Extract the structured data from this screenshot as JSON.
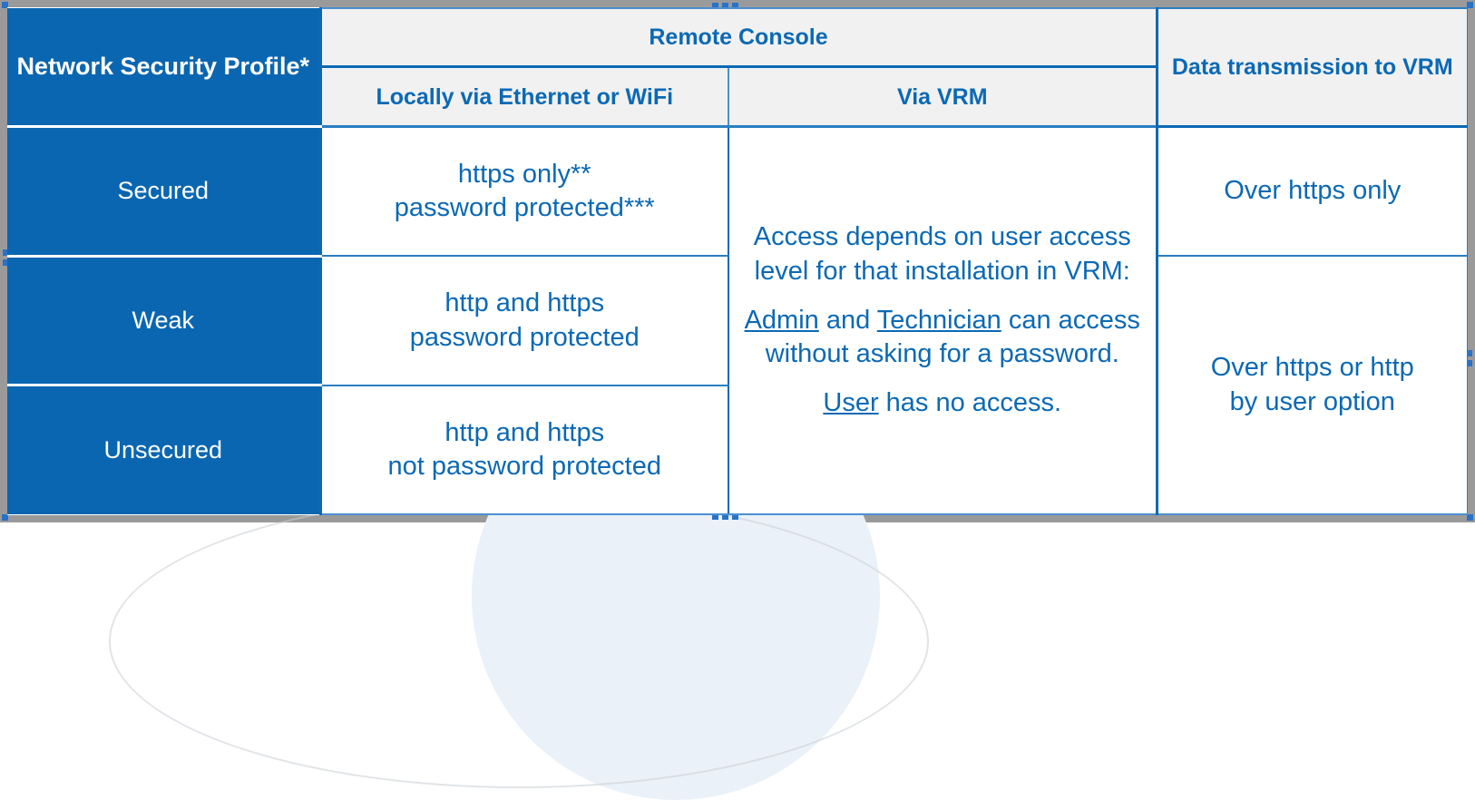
{
  "table": {
    "header": {
      "profile_col": "Network Security Profile*",
      "remote_console": "Remote Console",
      "sub_local": "Locally via Ethernet or WiFi",
      "sub_vrm": "Via VRM",
      "data_transmission": "Data transmission to VRM"
    },
    "vrm_cell": {
      "line1": "Access depends on user access",
      "line2": "level for that installation in VRM:",
      "admin": "Admin",
      "and": "and",
      "technician": "Technician",
      "can_access": "can access",
      "line3": "without asking for a password.",
      "user": "User",
      "user_rest": "has no access."
    },
    "rows": [
      {
        "profile": "Secured",
        "local_line1": "https only**",
        "local_line2": "password protected***",
        "data_transmission": "Over https only"
      },
      {
        "profile": "Weak",
        "local_line1": "http and https",
        "local_line2": "password protected",
        "data_transmission_line1": "Over https or http",
        "data_transmission_line2": "by user option"
      },
      {
        "profile": "Unsecured",
        "local_line1": "http and https",
        "local_line2": "not password protected"
      }
    ]
  },
  "colors": {
    "header_blue": "#0a66b0",
    "text_blue": "#0b69b4",
    "header_grey": "#f1f1f1",
    "border_blue": "#2a7ec0",
    "frame_grey": "#9a9a9a",
    "handle_blue": "#2a72c8"
  }
}
